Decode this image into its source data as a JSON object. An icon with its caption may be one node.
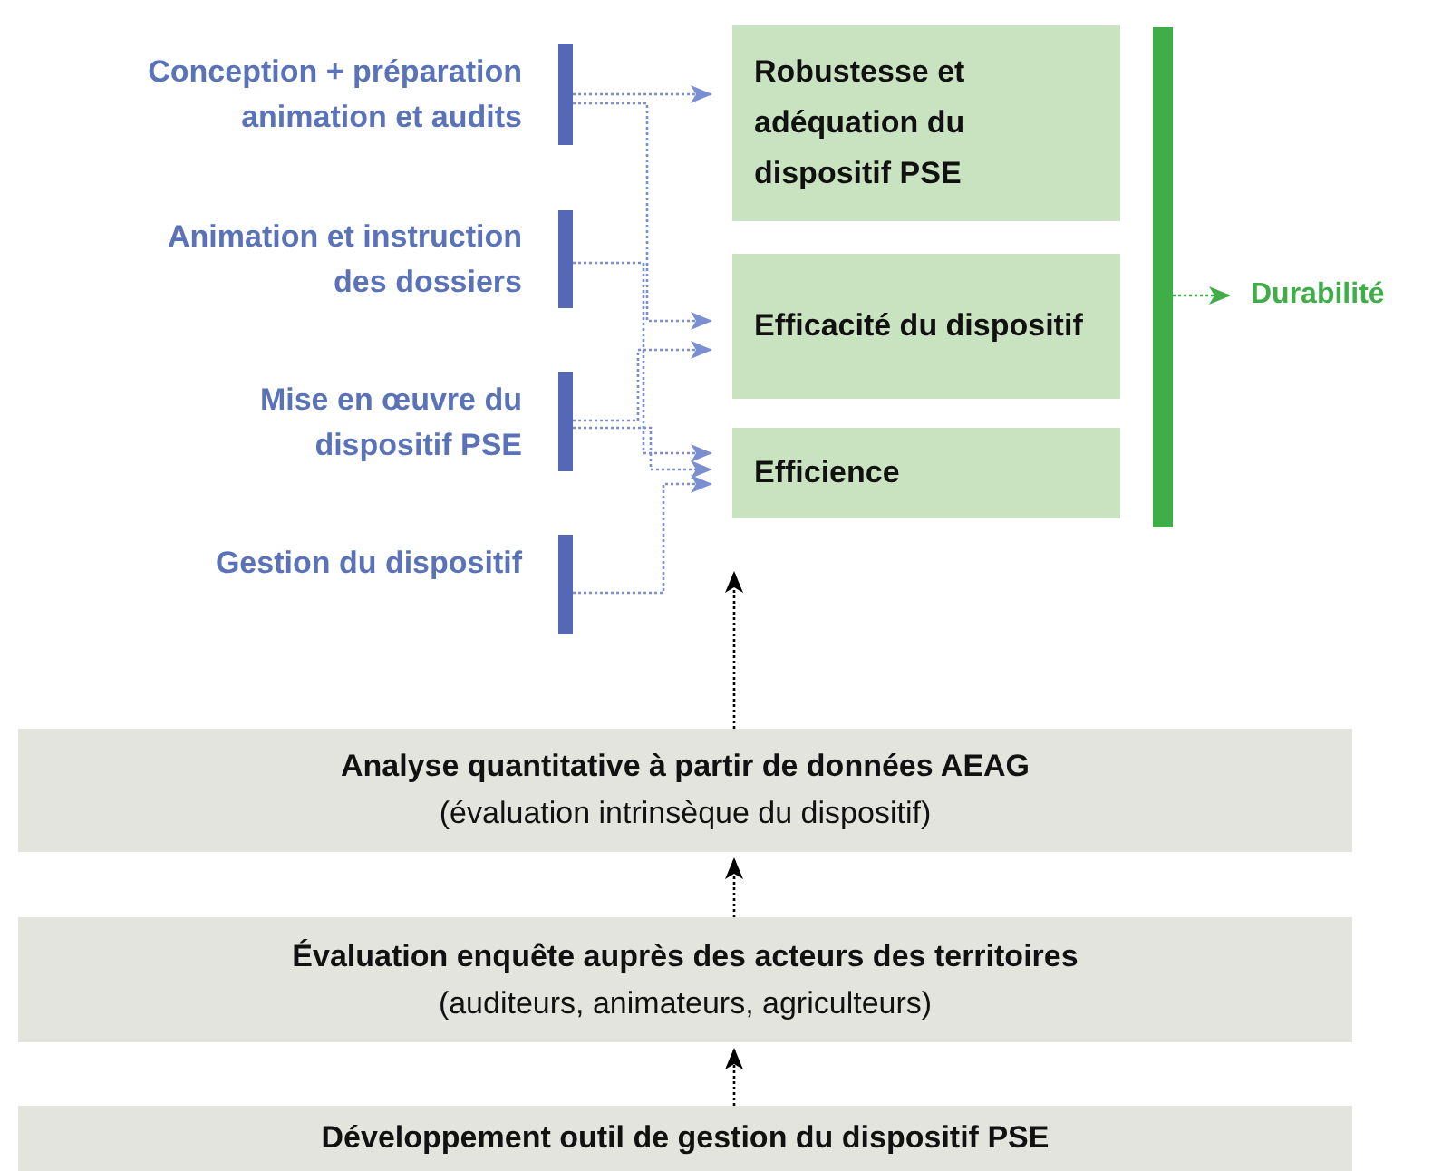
{
  "diagram": {
    "nodes": [
      {
        "text": [
          "Conception + préparation animation et audits"
        ]
      },
      {
        "text": [
          "Animation et instruction des dossiers"
        ]
      },
      {
        "text": [
          "Mise en œuvre du dispositif PSE"
        ]
      },
      {
        "text": [
          "Gestion du dispositif"
        ]
      },
      {
        "text": [
          "Robustesse et adéquation du dispositif PSE"
        ]
      },
      {
        "text": [
          "Efficacité du dispositif"
        ]
      },
      {
        "text": [
          "Efficience"
        ]
      },
      {
        "text": [],
        "shape": "bar"
      },
      {
        "text": [
          "Durabilité"
        ]
      },
      {
        "text": [
          "Analyse quantitative à partir de données AEAG",
          "(évaluation intrinsèque du dispositif)"
        ]
      },
      {
        "text": [
          "Évaluation enquête auprès des acteurs des territoires",
          "(auditeurs, animateurs, agriculteurs)"
        ]
      },
      {
        "text": [
          "Développement outil de gestion du dispositif PSE"
        ]
      }
    ],
    "edges": [
      {
        "from": 0,
        "to": 4,
        "arrow": "to"
      },
      {
        "from": 0,
        "to": 5,
        "arrow": "to"
      },
      {
        "from": 1,
        "to": 6,
        "arrow": "to"
      },
      {
        "from": 2,
        "to": 5,
        "arrow": "to"
      },
      {
        "from": 2,
        "to": 6,
        "arrow": "to"
      },
      {
        "from": 3,
        "to": 6,
        "arrow": "to"
      },
      {
        "from": 7,
        "to": 8,
        "arrow": "to",
        "color": "#3fae49"
      },
      {
        "from": 11,
        "to": 10,
        "arrow": "to",
        "color": "#000000"
      },
      {
        "from": 10,
        "to": 9,
        "arrow": "to",
        "color": "#000000"
      },
      {
        "from": 9,
        "to": null,
        "arrow": "to",
        "color": "#000000"
      }
    ]
  }
}
